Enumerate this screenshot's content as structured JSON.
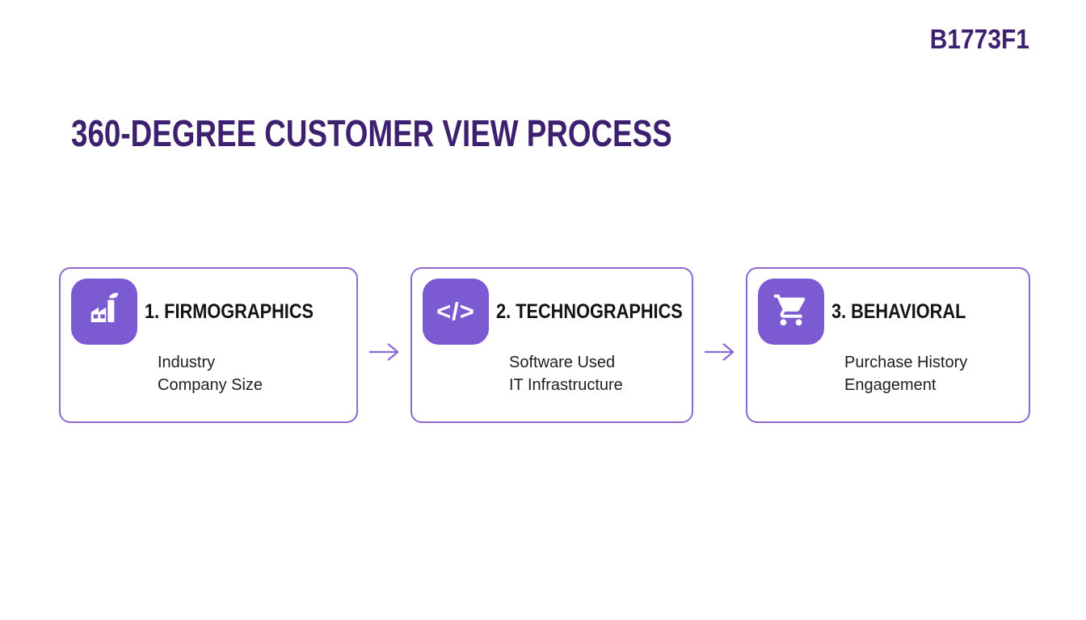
{
  "page": {
    "code_label": "B1773F1",
    "title": "360-DEGREE CUSTOMER VIEW PROCESS"
  },
  "steps": [
    {
      "label": "1. FIRMOGRAPHICS",
      "icon": "factory-icon",
      "items": [
        "Industry",
        "Company Size"
      ]
    },
    {
      "label": "2. TECHNOGRAPHICS",
      "icon": "code-icon",
      "icon_glyph": "</>",
      "items": [
        "Software Used",
        "IT Infrastructure"
      ]
    },
    {
      "label": "3. BEHAVIORAL",
      "icon": "cart-icon",
      "items": [
        "Purchase History",
        "Engagement"
      ]
    }
  ],
  "colors": {
    "accent-deep": "#3E2070",
    "tile": "#7C5BD2",
    "border": "#8C69CF",
    "arrow": "#8D6AD2"
  }
}
